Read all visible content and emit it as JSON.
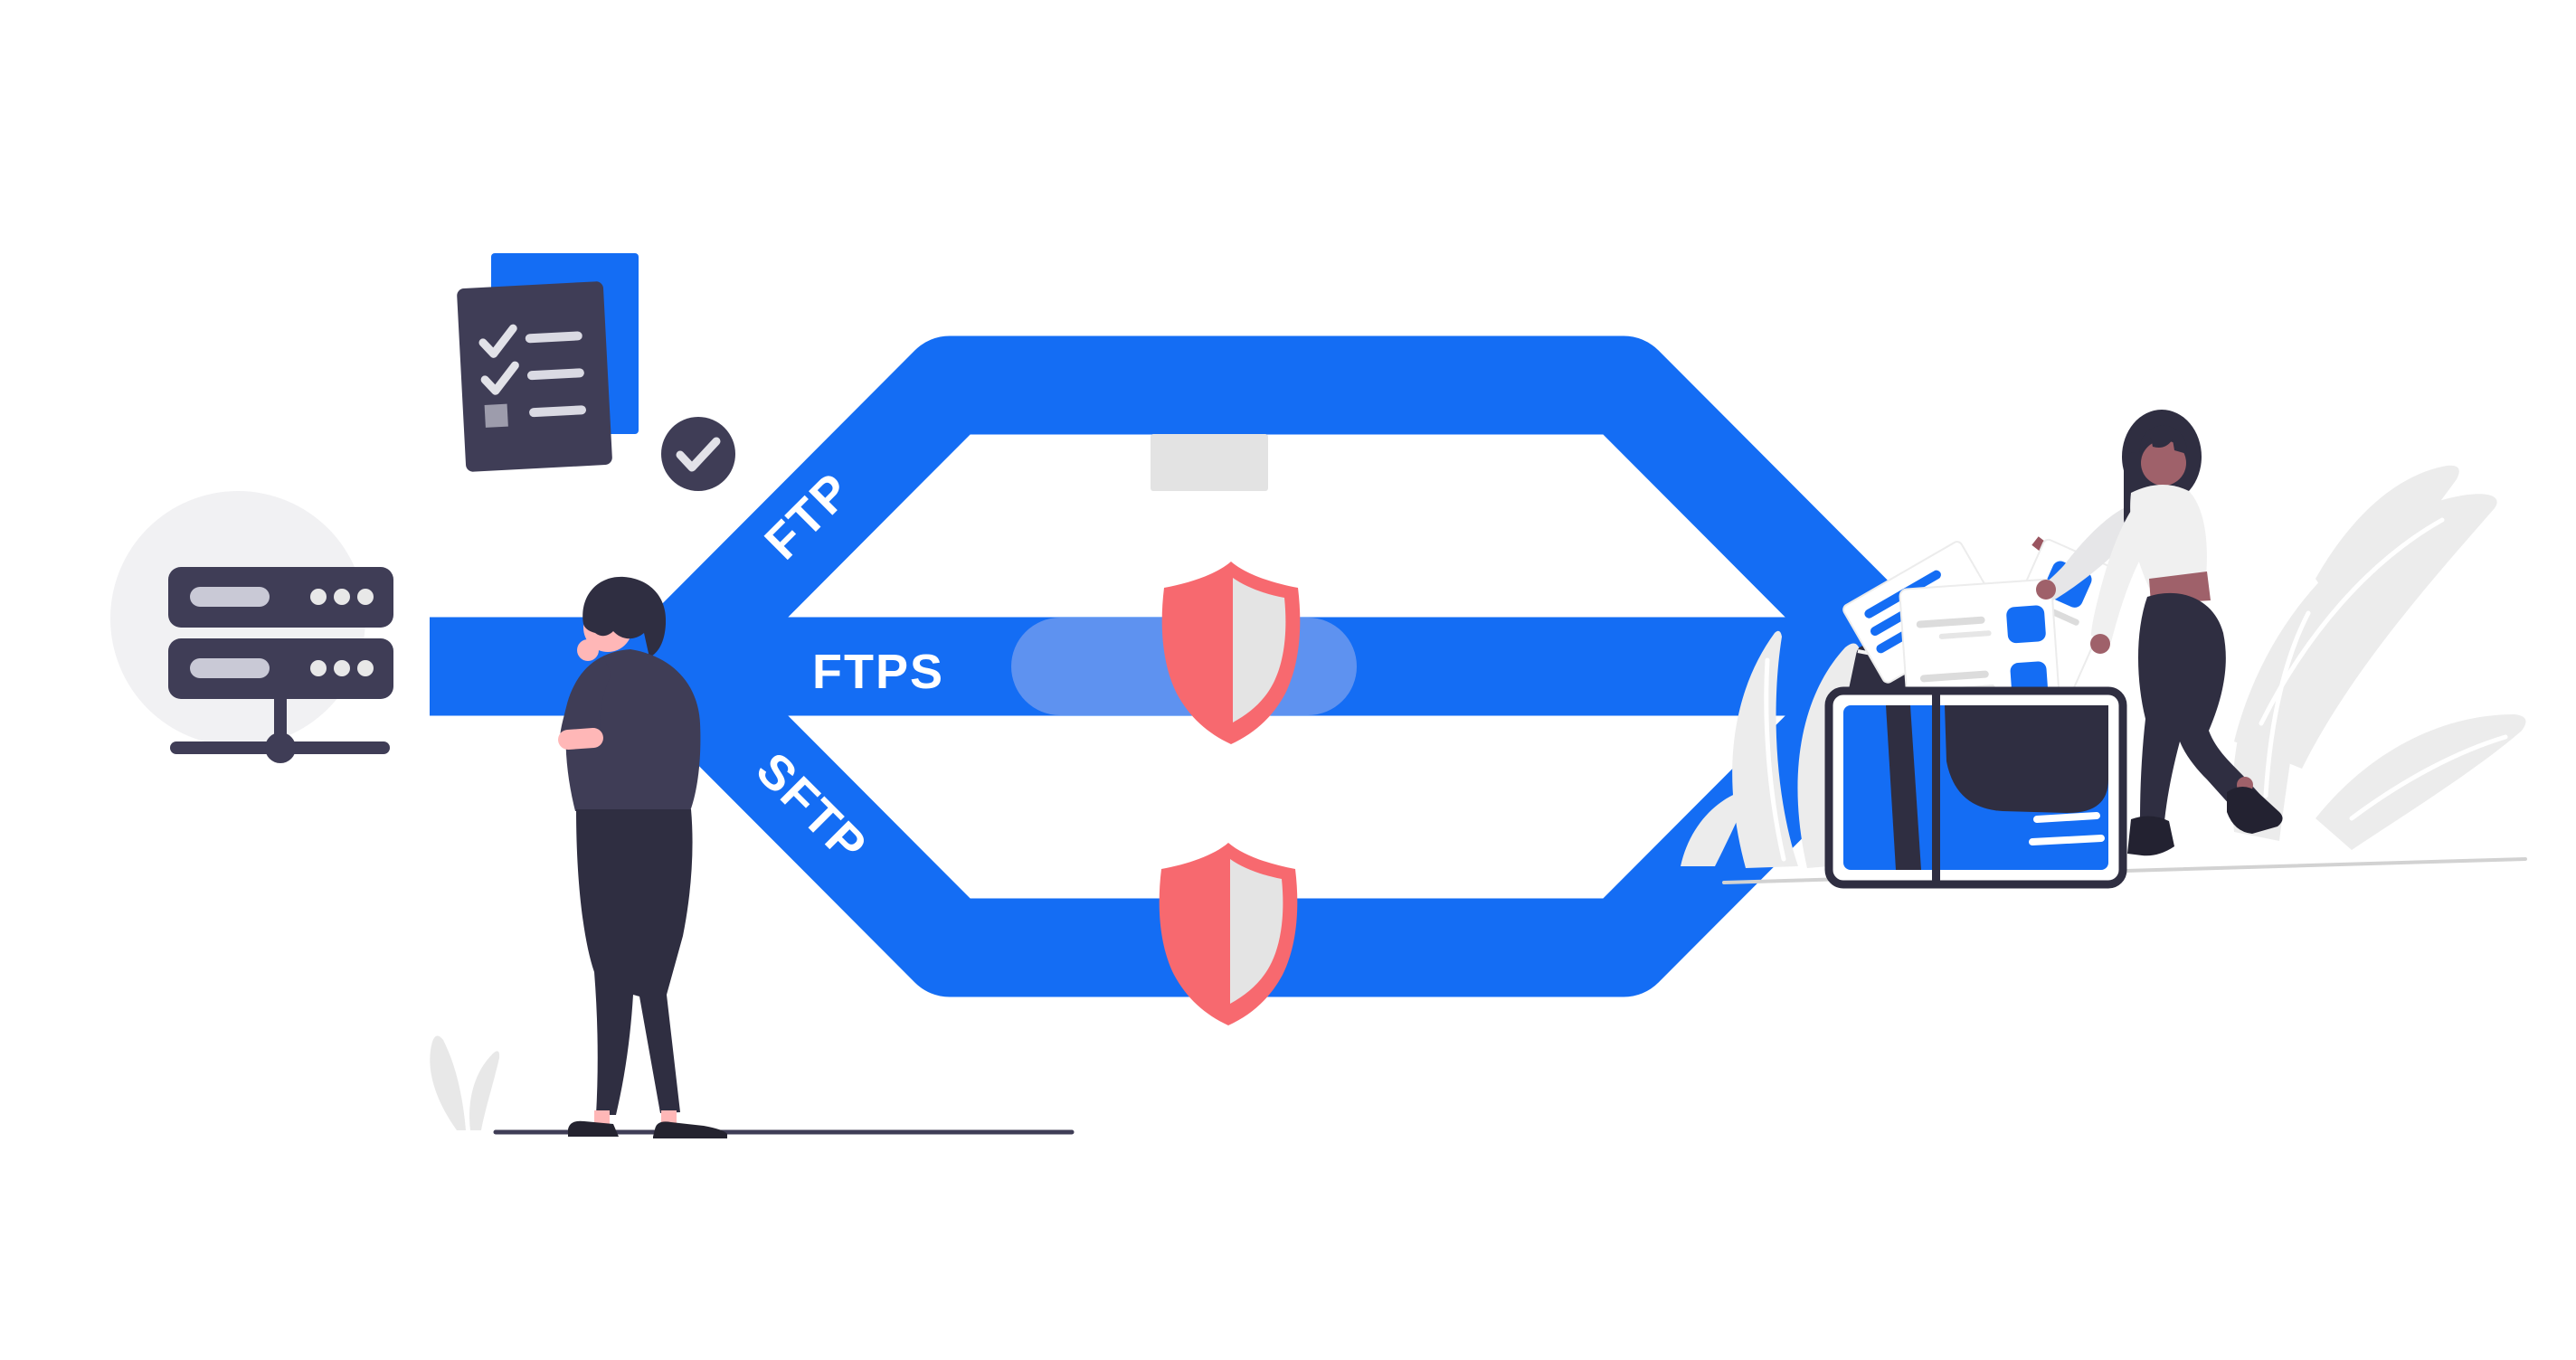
{
  "pipeline": {
    "paths": [
      {
        "id": "ftp",
        "label": "FTP"
      },
      {
        "id": "ftps",
        "label": "FTPS"
      },
      {
        "id": "sftp",
        "label": "SFTP"
      }
    ]
  },
  "colors": {
    "primary_blue": "#146DF4",
    "highlight_blue": "#5E92F0",
    "dark_navy": "#2F2E41",
    "soft_navy": "#3F3D56",
    "shield_red": "#F7696F",
    "shield_inner": "#E4E4E4",
    "skin_light": "#FFB7B7",
    "skin_dark": "#9F616A",
    "leaf_gray": "#ECECEC",
    "ground_gray": "#D2D2D2"
  },
  "icons": [
    "server-icon",
    "checklist-icon",
    "verified-check-icon",
    "shield-icon",
    "archive-box-icon",
    "document-icon",
    "plant-decoration"
  ]
}
